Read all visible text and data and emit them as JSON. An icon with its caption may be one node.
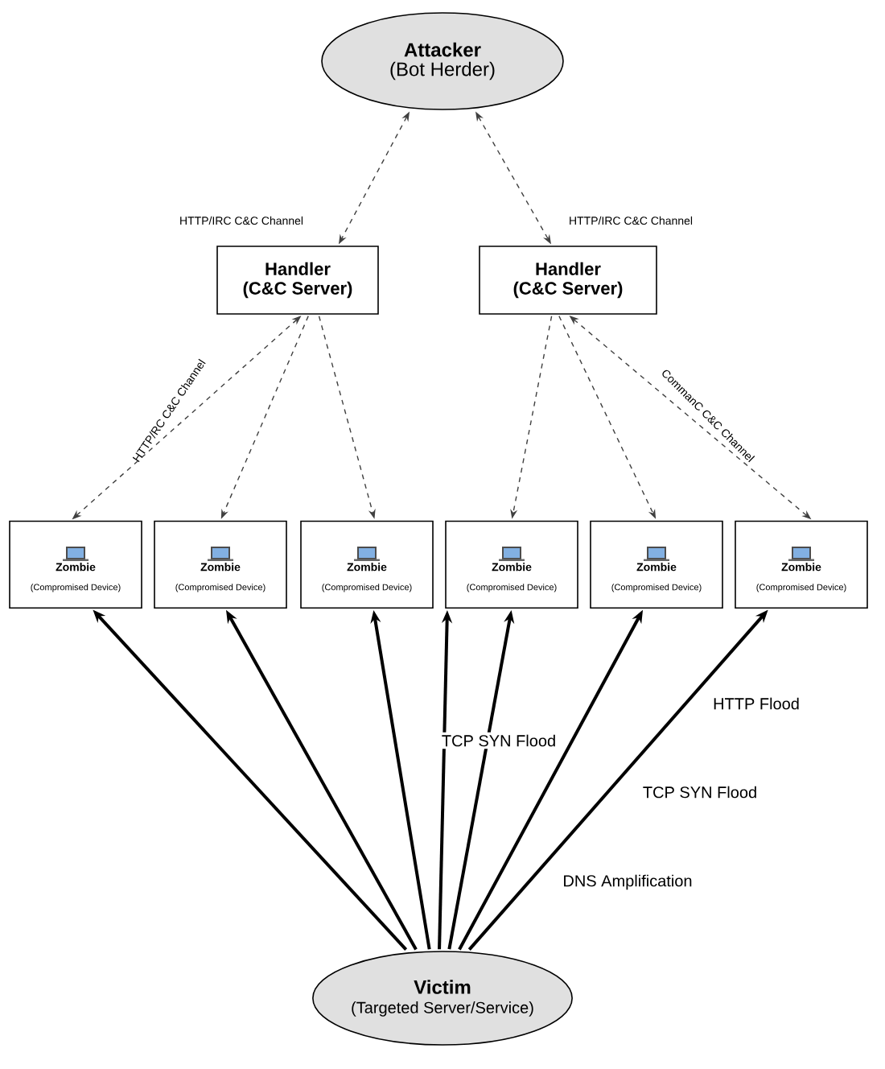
{
  "diagram": {
    "nodes": [
      {
        "text": [
          "Attacker",
          "(Bot Herder)"
        ]
      },
      {
        "text": [
          "Handler",
          "(C&C Server)"
        ]
      },
      {
        "text": [
          "Handler",
          "(C&C Server)"
        ]
      },
      {
        "text": [
          "Zombie",
          "(Compromised Device)"
        ]
      },
      {
        "text": [
          "Zombie",
          "(Compromised Device)"
        ]
      },
      {
        "text": [
          "Zombie",
          "(Compromised Device)"
        ]
      },
      {
        "text": [
          "Zombie",
          "(Compromised Device)"
        ]
      },
      {
        "text": [
          "Zombie",
          "(Compromised Device)"
        ]
      },
      {
        "text": [
          "Zombie",
          "(Compromised Device)"
        ]
      },
      {
        "text": [
          "Victim",
          "(Targeted Server/Service)"
        ]
      }
    ],
    "edges": [
      {
        "from": 0,
        "to": 1,
        "arrow": "both",
        "style": "dashed",
        "label": "HTTP/IRC C&C Channel"
      },
      {
        "from": 0,
        "to": 2,
        "arrow": "both",
        "style": "dashed",
        "label": "HTTP/IRC C&C Channel"
      },
      {
        "from": 1,
        "to": 3,
        "arrow": "both",
        "style": "dashed",
        "label": "HTTP/RC C&C Channel"
      },
      {
        "from": 1,
        "to": 4,
        "arrow": "to",
        "style": "dashed"
      },
      {
        "from": 1,
        "to": 5,
        "arrow": "to",
        "style": "dashed"
      },
      {
        "from": 2,
        "to": 6,
        "arrow": "to",
        "style": "dashed"
      },
      {
        "from": 2,
        "to": 7,
        "arrow": "to",
        "style": "dashed"
      },
      {
        "from": 2,
        "to": 8,
        "arrow": "both",
        "style": "dashed",
        "label": "CommanC C&C Channel"
      },
      {
        "from": 9,
        "to": 3,
        "arrow": "to"
      },
      {
        "from": 9,
        "to": 4,
        "arrow": "to"
      },
      {
        "from": 9,
        "to": 5,
        "arrow": "to"
      },
      {
        "from": 9,
        "to": 6,
        "arrow": "to"
      },
      {
        "from": 9,
        "to": 6,
        "arrow": "to",
        "label": "TCP SYN Flood"
      },
      {
        "from": 9,
        "to": 7,
        "arrow": "to"
      },
      {
        "from": 9,
        "to": 8,
        "arrow": "to"
      }
    ],
    "labels": [
      "HTTP Flood",
      "TCP SYN Flood",
      "DNS Amplification"
    ]
  }
}
